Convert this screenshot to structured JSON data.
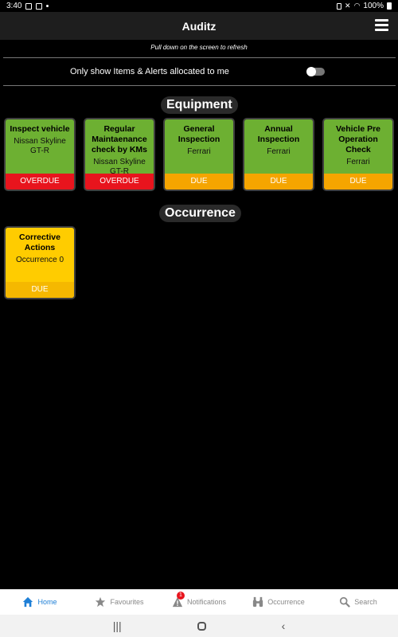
{
  "status_bar": {
    "time": "3:40",
    "battery": "100%"
  },
  "app": {
    "title": "Auditz"
  },
  "hint": "Pull down on the screen to refresh",
  "filter": {
    "label": "Only show Items & Alerts allocated to me",
    "toggle_on": false
  },
  "sections": [
    {
      "title": "Equipment",
      "cards": [
        {
          "title": "Inspect vehicle",
          "subtitle": "Nissan Skyline GT-R",
          "status": "OVERDUE"
        },
        {
          "title": "Regular Maintaenance check by KMs",
          "subtitle": "Nissan Skyline GT-R",
          "status": "OVERDUE"
        },
        {
          "title": "General Inspection",
          "subtitle": "Ferrari",
          "status": "DUE"
        },
        {
          "title": "Annual Inspection",
          "subtitle": "Ferrari",
          "status": "DUE"
        },
        {
          "title": "Vehicle Pre Operation Check",
          "subtitle": "Ferrari",
          "status": "DUE"
        }
      ]
    },
    {
      "title": "Occurrence",
      "cards": [
        {
          "title": "Corrective Actions",
          "subtitle": "Occurrence 0",
          "status": "DUE"
        }
      ]
    }
  ],
  "bottom_nav": [
    {
      "label": "Home",
      "icon": "home-icon",
      "active": true
    },
    {
      "label": "Favourites",
      "icon": "star-icon"
    },
    {
      "label": "Notifications",
      "icon": "warning-icon",
      "badge": "1"
    },
    {
      "label": "Occurrence",
      "icon": "binoculars-icon"
    },
    {
      "label": "Search",
      "icon": "search-icon"
    }
  ],
  "colors": {
    "green": "#6db032",
    "overdue": "#e8141d",
    "due": "#f5a500",
    "yellow": "#ffcc00",
    "active": "#1e7fd6"
  }
}
